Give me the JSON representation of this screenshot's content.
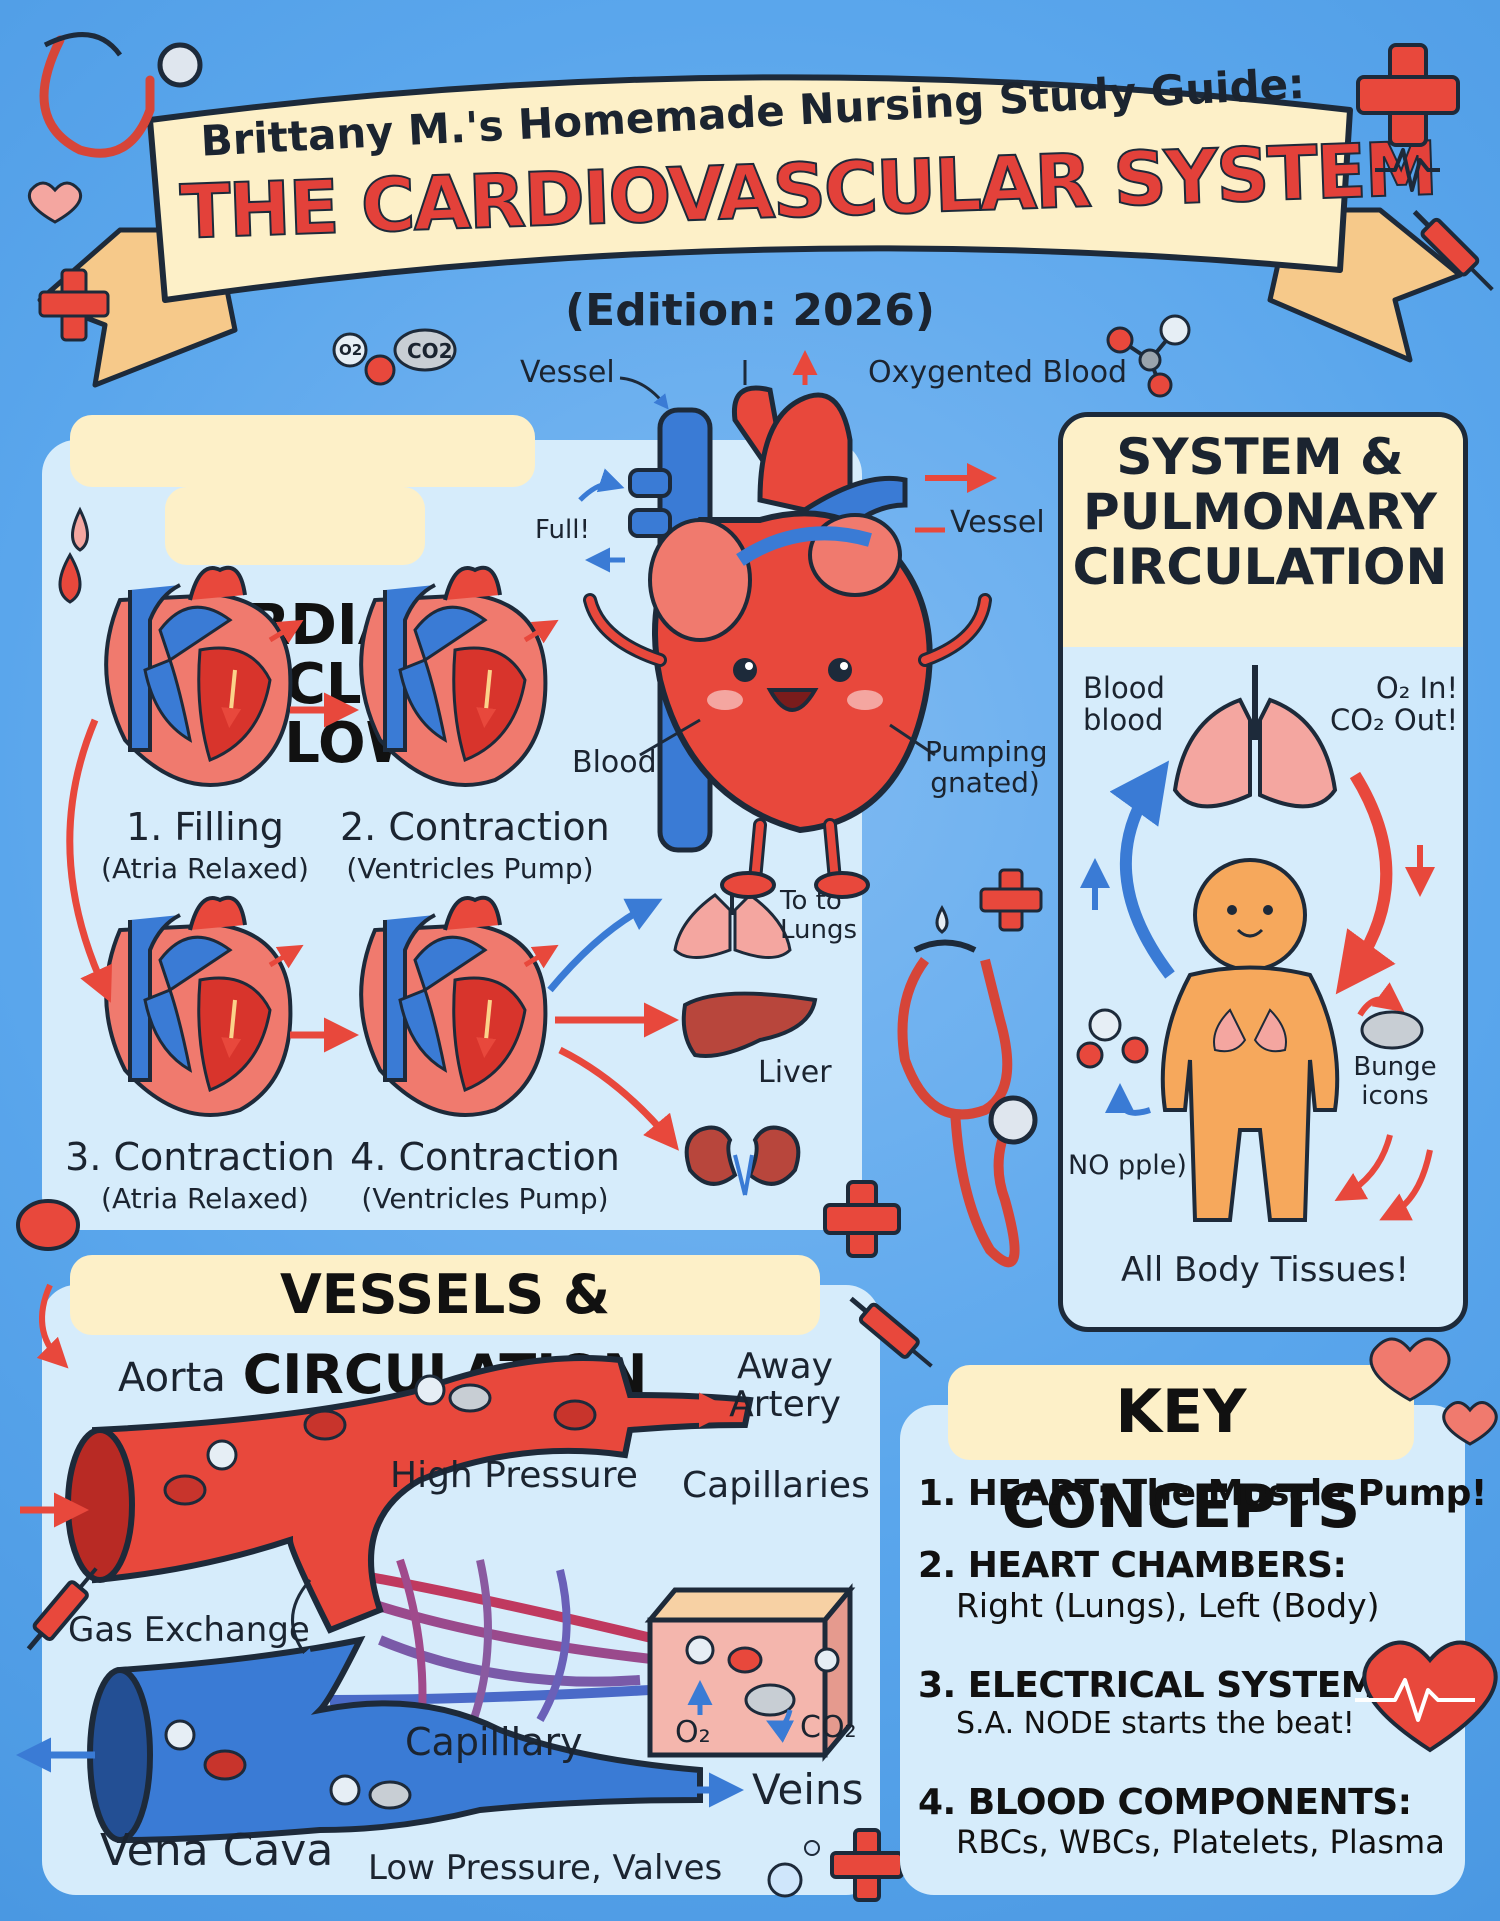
{
  "banner": {
    "subtitle": "Brittany M.'s Homemade Nursing Study Guide:",
    "title": "THE CARDIOVASCULAR SYSTEM",
    "edition": "(Edition: 2026)"
  },
  "bubbles": {
    "o2": "O2",
    "co2": "CO2"
  },
  "heart_labels": {
    "vessel_top": "Vessel",
    "oxygenated": "Oxygented Blood",
    "full": "Full!",
    "vessel_right": "Vessel",
    "blood": "Blood",
    "pumping": "Pumping\ngnated)"
  },
  "cardiac": {
    "heading": "CARDIAC CYCLE\n& FLOW",
    "steps": [
      {
        "title": "1. Filling",
        "sub": "(Atria Relaxed)"
      },
      {
        "title": "2. Contraction",
        "sub": "(Ventricles Pump)"
      },
      {
        "title": "3. Contraction",
        "sub": "(Atria Relaxed)"
      },
      {
        "title": "4. Contraction",
        "sub": "(Ventricles Pump)"
      }
    ],
    "organs": {
      "lungs": "To to\nLungs",
      "liver": "Liver"
    }
  },
  "pulmonary": {
    "heading": "SYSTEM &\nPULMONARY\nCIRCULATION",
    "blood": "Blood\nblood",
    "o2": "O₂ In!\nCO₂ Out!",
    "bunge": "Bunge\nicons",
    "no": "NO pple)",
    "tissues": "All Body Tissues!"
  },
  "vessels": {
    "heading": "VESSELS & CIRCULATION",
    "aorta": "Aorta",
    "away": "Away\nArtery",
    "high": "High Pressure",
    "capillaries": "Capillaries",
    "gas": "Gas Exchange",
    "o2": "O₂",
    "co2": "CO₂",
    "capillary": "Capilllary",
    "veins": "Veins",
    "vena": "Vena Cava",
    "low": "Low Pressure, Valves"
  },
  "key": {
    "heading": "KEY CONCEPTS",
    "items": [
      {
        "title": "1. HEART: The Muscle Pump!",
        "sub": ""
      },
      {
        "title": "2. HEART CHAMBERS:",
        "sub": "Right (Lungs), Left (Body)"
      },
      {
        "title": "3. ELECTRICAL SYSTEM:",
        "sub": "S.A. NODE starts the beat!"
      },
      {
        "title": "4. BLOOD COMPONENTS:",
        "sub": "RBCs, WBCs, Platelets, Plasma"
      }
    ]
  },
  "colors": {
    "background": "#5aa6ec",
    "heart_red": "#e8483c",
    "vessel_blue": "#3a7bd5",
    "banner": "#fdf0c8"
  }
}
